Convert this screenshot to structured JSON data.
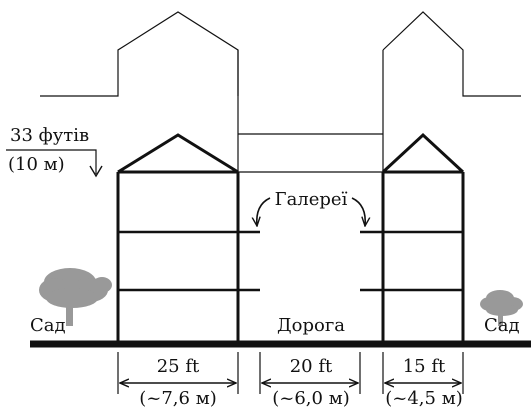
{
  "labels": {
    "height_value": "33 футів",
    "height_metric": "(10 м)",
    "galleries": "Галереї",
    "garden_left": "Сад",
    "road": "Дорога",
    "garden_right": "Сад"
  },
  "dimensions": [
    {
      "imperial": "25 ft",
      "metric": "(~7,6 м)"
    },
    {
      "imperial": "20 ft",
      "metric": "(~6,0 м)"
    },
    {
      "imperial": "15 ft",
      "metric": "(~4,5 м)"
    }
  ]
}
